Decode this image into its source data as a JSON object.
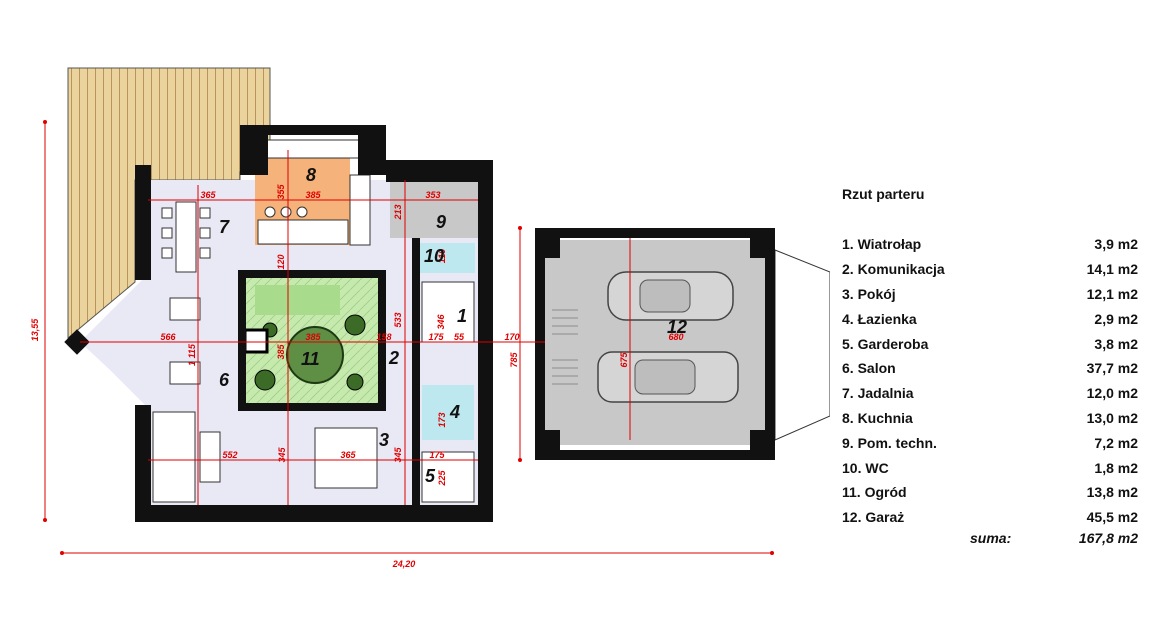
{
  "legend": {
    "title": "Rzut parteru",
    "rooms": [
      {
        "label": "1. Wiatrołap",
        "area": "3,9 m2"
      },
      {
        "label": "2. Komunikacja",
        "area": "14,1 m2"
      },
      {
        "label": "3. Pokój",
        "area": "12,1 m2"
      },
      {
        "label": "4. Łazienka",
        "area": "2,9 m2"
      },
      {
        "label": "5. Garderoba",
        "area": "3,8 m2"
      },
      {
        "label": "6. Salon",
        "area": "37,7 m2"
      },
      {
        "label": "7. Jadalnia",
        "area": "12,0 m2"
      },
      {
        "label": "8. Kuchnia",
        "area": "13,0 m2"
      },
      {
        "label": "9. Pom. techn.",
        "area": "7,2 m2"
      },
      {
        "label": "10. WC",
        "area": "1,8 m2"
      },
      {
        "label": "11. Ogród",
        "area": "13,8 m2"
      },
      {
        "label": "12. Garaż",
        "area": "45,5 m2"
      }
    ],
    "sum_label": "suma:",
    "sum_value": "167,8 m2"
  },
  "plan": {
    "room_numbers": [
      "1",
      "2",
      "3",
      "4",
      "5",
      "6",
      "7",
      "8",
      "9",
      "10",
      "11",
      "12"
    ],
    "dimensions": {
      "overall_width": "24,20",
      "overall_depth": "13,55",
      "d365_top": "365",
      "d355": "355",
      "d385_kitchen": "385",
      "d213": "213",
      "d353": "353",
      "d110": "110",
      "d120": "120",
      "d566": "566",
      "d1115": "1 115",
      "d385_garden_h": "385",
      "d385_garden_v": "385",
      "d158": "158",
      "d533": "533",
      "d346": "346",
      "d175_a": "175",
      "d55": "55",
      "d170": "170",
      "d785": "785",
      "d680": "680",
      "d675": "675",
      "d173": "173",
      "d552": "552",
      "d345_a": "345",
      "d365_b": "365",
      "d345_b": "345",
      "d175_b": "175",
      "d225": "225"
    }
  },
  "colors": {
    "wall": "#111111",
    "floor": "#e9e9f5",
    "kitchen": "#f5b27a",
    "technical": "#c8c8c8",
    "bath": "#bde8ef",
    "garage": "#c8c8c8",
    "garden": "#bfe6a8",
    "terrace": "#ead39c",
    "dimension": "#e00000"
  }
}
